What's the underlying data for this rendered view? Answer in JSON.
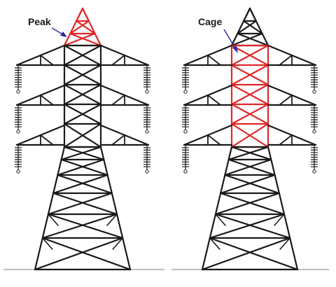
{
  "diagram": {
    "towers": [
      {
        "id": "left",
        "label": "Peak",
        "highlight_part": "peak"
      },
      {
        "id": "right",
        "label": "Cage",
        "highlight_part": "cage"
      }
    ]
  },
  "colors": {
    "structure": "#1a1a1a",
    "highlight": "#e02828",
    "arrow": "#2a2a9a",
    "ground": "#999999"
  }
}
